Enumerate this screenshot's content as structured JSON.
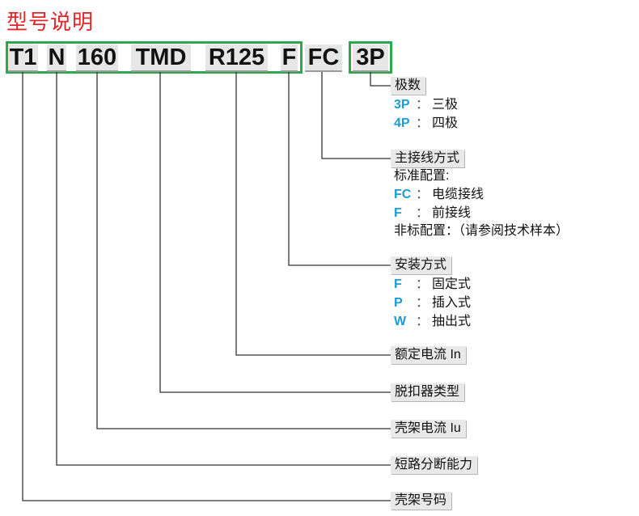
{
  "title": "型号说明",
  "model_code": {
    "segments": [
      "T1",
      "N",
      "160",
      "TMD",
      "R125",
      "F",
      "FC",
      "3P"
    ]
  },
  "fields": {
    "poles": {
      "label": "极数",
      "options": [
        {
          "code": "3P",
          "sep": "：",
          "text": "三极"
        },
        {
          "code": "4P",
          "sep": "：",
          "text": "四极"
        }
      ]
    },
    "main_wiring": {
      "label": "主接线方式",
      "standard_label": "标准配置:",
      "options": [
        {
          "code": "FC",
          "sep": "：",
          "text": "电缆接线"
        },
        {
          "code": "F",
          "sep": "：",
          "text": "前接线"
        }
      ],
      "non_standard": "非标配置：（请参阅技术样本）"
    },
    "mounting": {
      "label": "安装方式",
      "options": [
        {
          "code": "F",
          "sep": "：",
          "text": "固定式"
        },
        {
          "code": "P",
          "sep": "：",
          "text": "插入式"
        },
        {
          "code": "W",
          "sep": "：",
          "text": "抽出式"
        }
      ]
    },
    "rated_current": {
      "label": "额定电流 In"
    },
    "trip_unit": {
      "label": "脱扣器类型"
    },
    "frame_current": {
      "label": "壳架电流 Iu"
    },
    "breaking_capacity": {
      "label": "短路分断能力"
    },
    "frame_size": {
      "label": "壳架号码"
    }
  },
  "colors": {
    "title": "#e2262a",
    "highlight_border": "#2ea84f",
    "code": "#1d9bd7"
  }
}
